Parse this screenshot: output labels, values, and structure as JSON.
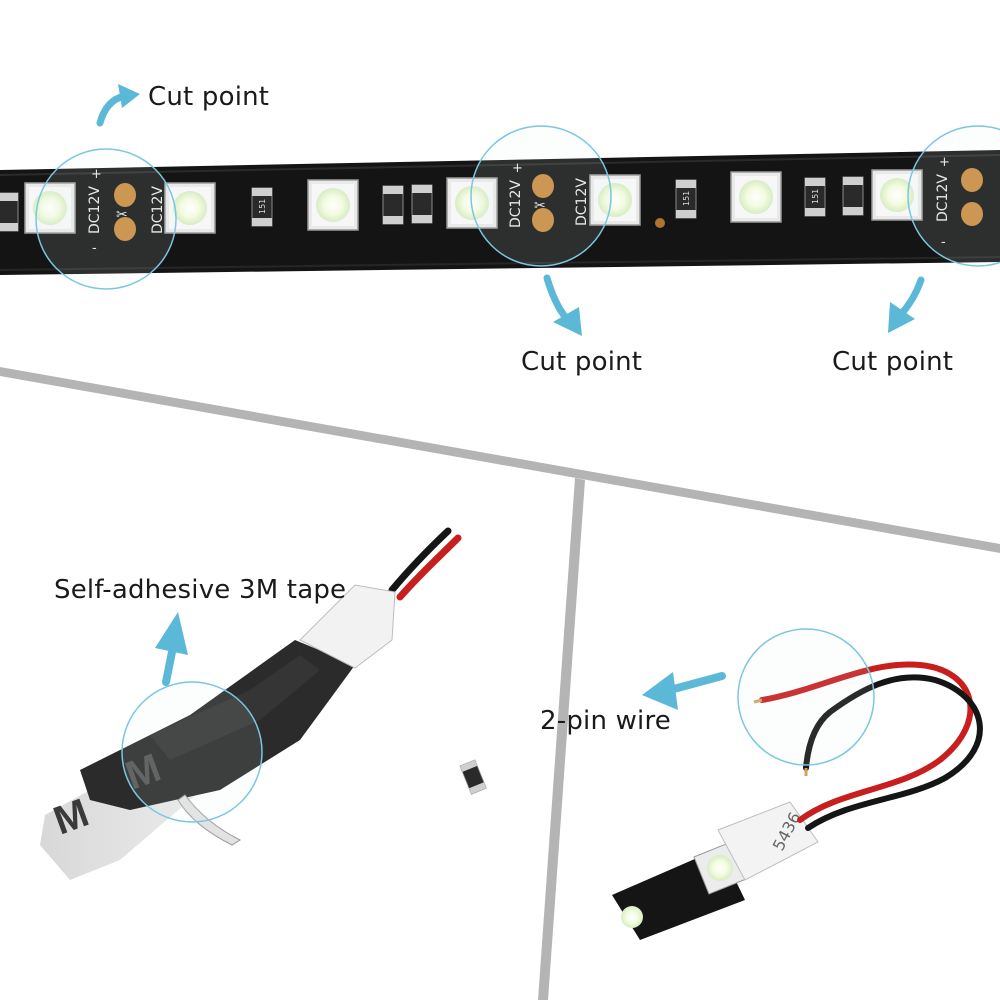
{
  "labels": {
    "cut_point_top_left": "Cut point",
    "cut_point_middle": "Cut point",
    "cut_point_right": "Cut point",
    "tape": "Self-adhesive 3M tape",
    "wire": "2-pin wire"
  },
  "strip_markings": {
    "voltage": "DC12V",
    "plus": "+",
    "minus": "-",
    "resistor_code": "151"
  },
  "tape_print": "M",
  "wire_sleeve_print": "5436",
  "colors": {
    "accent_arrow": "#5bb8d6",
    "circle_outline": "#7cc6e0",
    "strip_pcb": "#141414",
    "solder_pad": "#c88a3c",
    "led_glow": "#f4fbe6",
    "divider": "#b4b4b4",
    "wire_red": "#c81e1e"
  }
}
